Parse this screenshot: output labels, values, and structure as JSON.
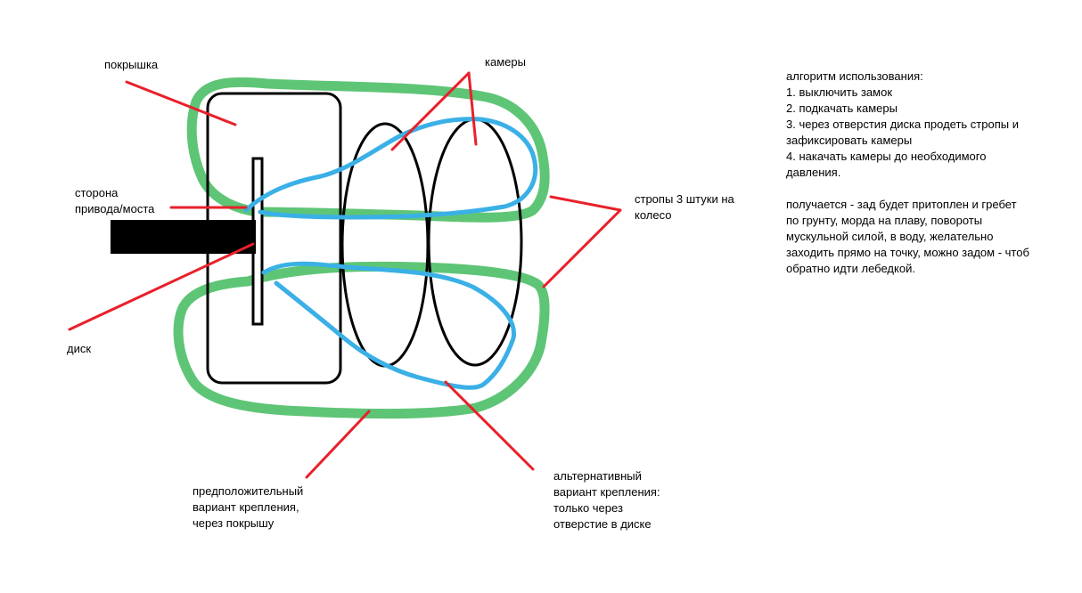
{
  "labels": {
    "tire": "покрышка",
    "cameras": "камеры",
    "drive_side": [
      "сторона",
      "привода/моста"
    ],
    "disk": "диск",
    "straps": [
      "стропы 3 штуки на",
      "колесо"
    ],
    "proposed_mount": [
      "предположительный",
      "вариант крепления,",
      "через покрышу"
    ],
    "alternative_mount": [
      "альтернативный",
      "вариант крепления:",
      "только через",
      "отверстие в диске"
    ]
  },
  "algorithm": {
    "steps": [
      "алгоритм использования:",
      "1. выключить замок",
      "2. подкачать камеры",
      "3. через отверстия диска продеть стропы и",
      "зафиксировать камеры",
      "4. накачать камеры до необходимого",
      "давления."
    ],
    "result": [
      "получается - зад будет притоплен и гребет",
      "по грунту, морда на плаву, повороты",
      "мускульной силой, в воду, желательно",
      "заходить прямо на точку, можно задом - чтоб",
      "обратно идти лебедкой."
    ]
  },
  "colors": {
    "outline": "#000000",
    "pointer": "#e8202a",
    "strap_green": "#5ec576",
    "strap_blue": "#3ab0e6"
  }
}
